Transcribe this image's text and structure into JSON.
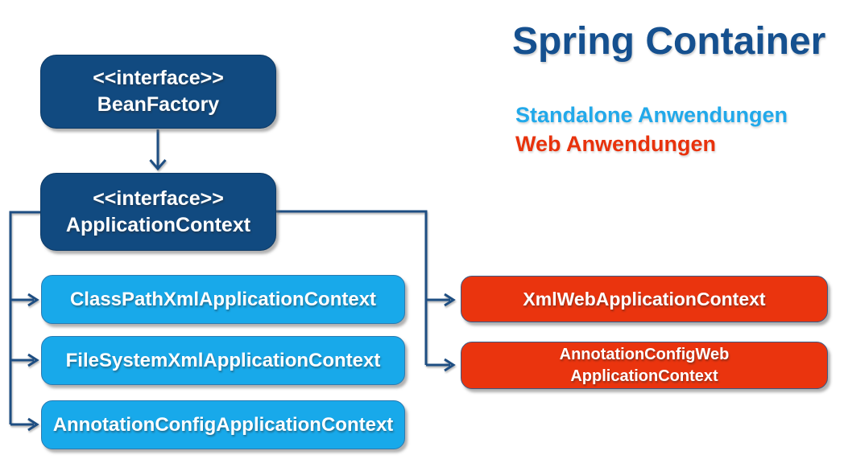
{
  "header": {
    "title": "Spring Container"
  },
  "legend": {
    "standalone": {
      "label": "Standalone Anwendungen",
      "color": "#22a9ea"
    },
    "web": {
      "label": "Web Anwendungen",
      "color": "#e8320c"
    }
  },
  "nodes": {
    "bean_factory": {
      "stereotype": "<<interface>>",
      "name": "BeanFactory"
    },
    "application_context": {
      "stereotype": "<<interface>>",
      "name": "ApplicationContext"
    },
    "standalone_contexts": [
      "ClassPathXmlApplicationContext",
      "FileSystemXmlApplicationContext",
      "AnnotationConfigApplicationContext"
    ],
    "web_contexts": [
      {
        "lines": [
          "XmlWebApplicationContext",
          ""
        ]
      },
      {
        "lines": [
          "AnnotationConfigWeb",
          "ApplicationContext"
        ]
      }
    ]
  },
  "colors": {
    "interface_box": "#114a80",
    "standalone_box": "#18a9ea",
    "web_box": "#ea340e",
    "title_text": "#15508f",
    "connector": "#1e4e82"
  }
}
